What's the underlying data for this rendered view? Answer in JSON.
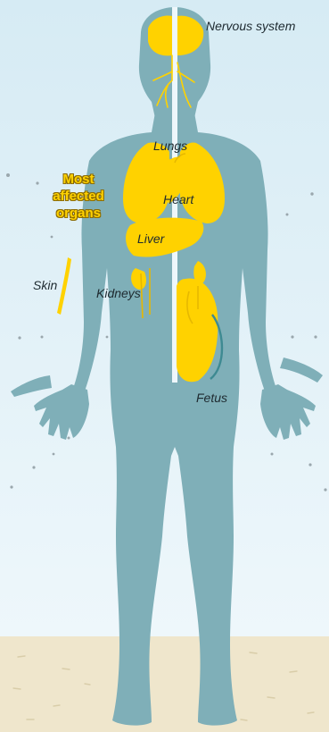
{
  "heading": {
    "lines": [
      "Most",
      "affected",
      "organs"
    ]
  },
  "labels": {
    "nervous_system": "Nervous system",
    "lungs": "Lungs",
    "heart": "Heart",
    "liver": "Liver",
    "skin": "Skin",
    "kidneys": "Kidneys",
    "fetus": "Fetus"
  },
  "colors": {
    "sky_top": "#d8ecf5",
    "sky_bottom": "#eef7fb",
    "ground": "#efe6cc",
    "body": "#7fafb8",
    "organ": "#ffd200",
    "organ_outline": "#e6b800"
  }
}
